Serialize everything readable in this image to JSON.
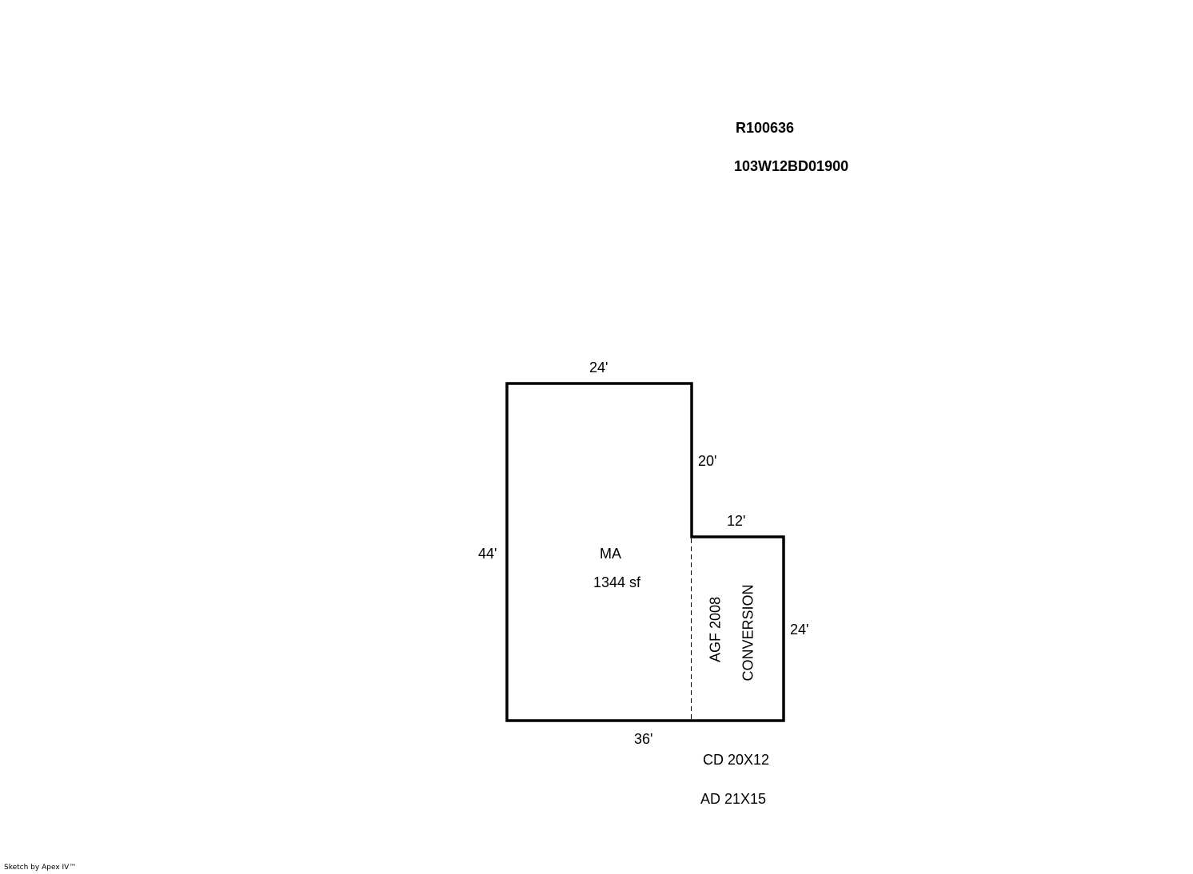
{
  "header": {
    "account_id": "R100636",
    "map_tax_lot": "103W12BD01900"
  },
  "sketch": {
    "dimensions": {
      "top": "24'",
      "inner_vertical": "20'",
      "step": "12'",
      "left": "44'",
      "right": "24'",
      "bottom": "36'"
    },
    "main_area": {
      "code": "MA",
      "area": "1344 sf"
    },
    "addition": {
      "line1": "AGF 2008",
      "line2": "CONVERSION"
    }
  },
  "notes": {
    "cd": "CD 20X12",
    "ad": "AD  21X15"
  },
  "footer": {
    "credit": "Sketch by Apex IV™"
  },
  "colors": {
    "line": "#000000",
    "background": "#ffffff"
  }
}
